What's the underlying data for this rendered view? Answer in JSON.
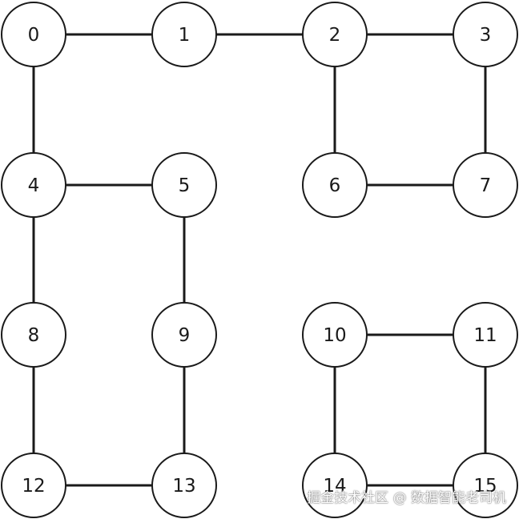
{
  "nodes": [
    {
      "id": 0,
      "label": "0"
    },
    {
      "id": 1,
      "label": "1"
    },
    {
      "id": 2,
      "label": "2"
    },
    {
      "id": 3,
      "label": "3"
    },
    {
      "id": 4,
      "label": "4"
    },
    {
      "id": 5,
      "label": "5"
    },
    {
      "id": 6,
      "label": "6"
    },
    {
      "id": 7,
      "label": "7"
    },
    {
      "id": 8,
      "label": "8"
    },
    {
      "id": 9,
      "label": "9"
    },
    {
      "id": 10,
      "label": "10"
    },
    {
      "id": 11,
      "label": "11"
    },
    {
      "id": 12,
      "label": "12"
    },
    {
      "id": 13,
      "label": "13"
    },
    {
      "id": 14,
      "label": "14"
    },
    {
      "id": 15,
      "label": "15"
    }
  ],
  "edges": [
    [
      0,
      1
    ],
    [
      1,
      2
    ],
    [
      2,
      3
    ],
    [
      0,
      4
    ],
    [
      2,
      6
    ],
    [
      3,
      7
    ],
    [
      4,
      5
    ],
    [
      6,
      7
    ],
    [
      4,
      8
    ],
    [
      5,
      9
    ],
    [
      10,
      11
    ],
    [
      8,
      12
    ],
    [
      9,
      13
    ],
    [
      10,
      14
    ],
    [
      11,
      15
    ],
    [
      12,
      13
    ],
    [
      14,
      15
    ]
  ],
  "colors": {
    "stroke": "#1a1a1a",
    "node_fill": "#ffffff",
    "background": "#ffffff"
  },
  "watermark": "掘金技术社区 @ 数据智能老司机"
}
